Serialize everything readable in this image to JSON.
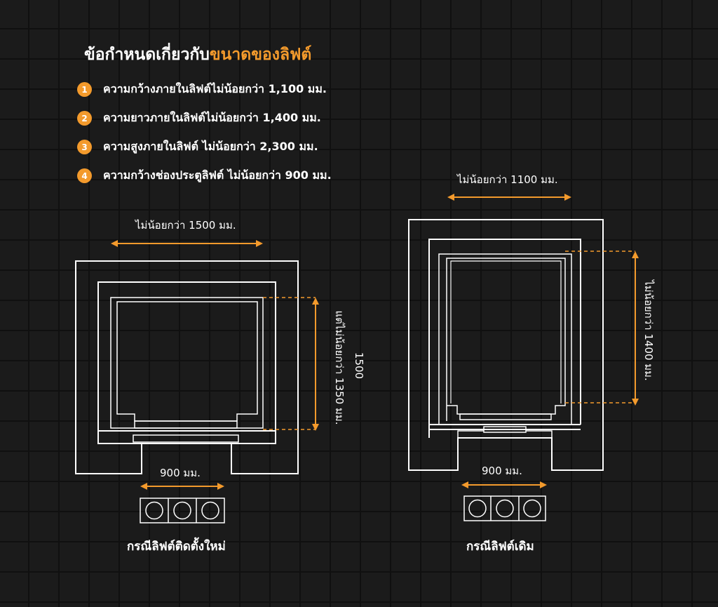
{
  "title": {
    "prefix": "ข้อกำหนดเกี่ยวกับ",
    "highlight": "ขนาดของลิฟต์"
  },
  "colors": {
    "accent": "#f39a2c",
    "line": "#ffffff",
    "background": "#1b1b1b"
  },
  "rules": [
    {
      "num": "1",
      "text": "ความกว้างภายในลิฟต์ไม่น้อยกว่า 1,100 มม."
    },
    {
      "num": "2",
      "text": "ความยาวภายในลิฟต์ไม่น้อยกว่า 1,400 มม."
    },
    {
      "num": "3",
      "text": "ความสูงภายในลิฟต์ ไม่น้อยกว่า 2,300 มม."
    },
    {
      "num": "4",
      "text": "ความกว้างช่องประตูลิฟต์ ไม่น้อยกว่า 900 มม."
    }
  ],
  "left_diagram": {
    "width_label": "ไม่น้อยกว่า 1500 มม.",
    "depth_label_outer": "1500",
    "depth_label_inner": "แต่ไม่น้อยกว่า 1350 มม.",
    "door_label": "900 มม.",
    "caption": "กรณีลิฟต์ติดตั้งใหม่"
  },
  "right_diagram": {
    "width_label": "ไม่น้อยกว่า 1100 มม.",
    "depth_label": "ไม่น้อยกว่า 1400 มม.",
    "door_label": "900 มม.",
    "caption": "กรณีลิฟต์เดิม"
  }
}
